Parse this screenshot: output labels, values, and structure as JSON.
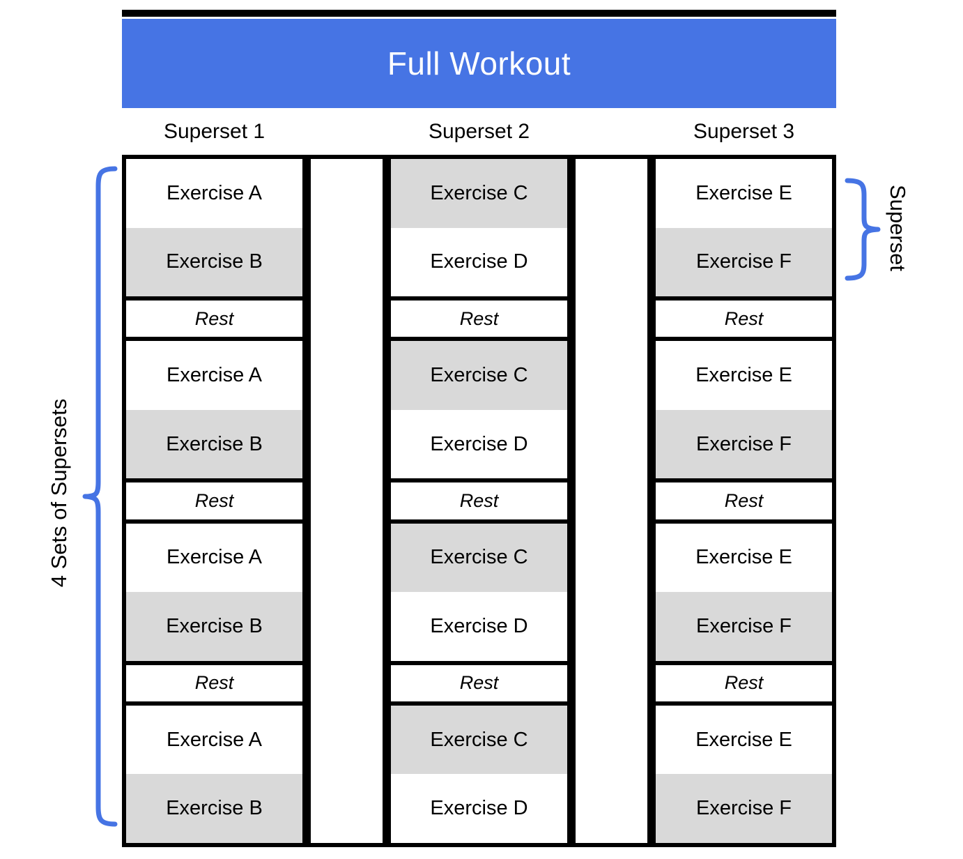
{
  "header": {
    "title": "Full Workout"
  },
  "grid": {
    "columns": [
      {
        "header": "Superset 1",
        "cells": [
          {
            "text": "Exercise A",
            "type": "exercise",
            "shaded": false
          },
          {
            "text": "Exercise B",
            "type": "exercise",
            "shaded": true
          },
          {
            "text": "Rest",
            "type": "rest",
            "shaded": false
          },
          {
            "text": "Exercise A",
            "type": "exercise",
            "shaded": false
          },
          {
            "text": "Exercise B",
            "type": "exercise",
            "shaded": true
          },
          {
            "text": "Rest",
            "type": "rest",
            "shaded": false
          },
          {
            "text": "Exercise A",
            "type": "exercise",
            "shaded": false
          },
          {
            "text": "Exercise B",
            "type": "exercise",
            "shaded": true
          },
          {
            "text": "Rest",
            "type": "rest",
            "shaded": false
          },
          {
            "text": "Exercise A",
            "type": "exercise",
            "shaded": false
          },
          {
            "text": "Exercise B",
            "type": "exercise",
            "shaded": true
          }
        ]
      },
      {
        "header": "Superset 2",
        "cells": [
          {
            "text": "Exercise C",
            "type": "exercise",
            "shaded": true
          },
          {
            "text": "Exercise D",
            "type": "exercise",
            "shaded": false
          },
          {
            "text": "Rest",
            "type": "rest",
            "shaded": false
          },
          {
            "text": "Exercise C",
            "type": "exercise",
            "shaded": true
          },
          {
            "text": "Exercise D",
            "type": "exercise",
            "shaded": false
          },
          {
            "text": "Rest",
            "type": "rest",
            "shaded": false
          },
          {
            "text": "Exercise C",
            "type": "exercise",
            "shaded": true
          },
          {
            "text": "Exercise D",
            "type": "exercise",
            "shaded": false
          },
          {
            "text": "Rest",
            "type": "rest",
            "shaded": false
          },
          {
            "text": "Exercise C",
            "type": "exercise",
            "shaded": true
          },
          {
            "text": "Exercise D",
            "type": "exercise",
            "shaded": false
          }
        ]
      },
      {
        "header": "Superset 3",
        "cells": [
          {
            "text": "Exercise E",
            "type": "exercise",
            "shaded": false
          },
          {
            "text": "Exercise F",
            "type": "exercise",
            "shaded": true
          },
          {
            "text": "Rest",
            "type": "rest",
            "shaded": false
          },
          {
            "text": "Exercise E",
            "type": "exercise",
            "shaded": false
          },
          {
            "text": "Exercise F",
            "type": "exercise",
            "shaded": true
          },
          {
            "text": "Rest",
            "type": "rest",
            "shaded": false
          },
          {
            "text": "Exercise E",
            "type": "exercise",
            "shaded": false
          },
          {
            "text": "Exercise F",
            "type": "exercise",
            "shaded": true
          },
          {
            "text": "Rest",
            "type": "rest",
            "shaded": false
          },
          {
            "text": "Exercise E",
            "type": "exercise",
            "shaded": false
          },
          {
            "text": "Exercise F",
            "type": "exercise",
            "shaded": true
          }
        ]
      }
    ]
  },
  "annotations": {
    "left_bracket_label": "4 Sets of Supersets",
    "right_bracket_label": "Superset"
  },
  "colors": {
    "accent_blue": "#4674e4",
    "shaded_cell": "#d9d9d9",
    "banner_text": "#ffffff",
    "border": "#000000"
  }
}
